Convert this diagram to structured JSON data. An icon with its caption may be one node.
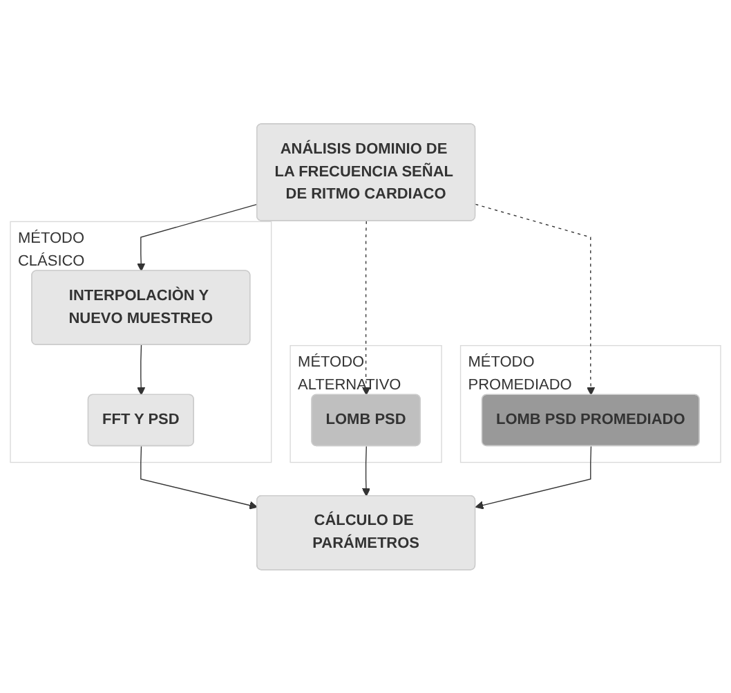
{
  "diagram": {
    "nodes": [
      {
        "text": [
          "ANÁLISIS DOMINIO DE LA FRECUENCIA SEÑAL DE RITMO CARDIACO"
        ]
      },
      {
        "text": [
          "MÉTODO CLÁSICO"
        ]
      },
      {
        "text": [
          "INTERPOLACIÒN Y NUEVO MUESTREO"
        ],
        "in": 1
      },
      {
        "text": [
          "FFT Y PSD"
        ],
        "in": 1
      },
      {
        "text": [
          "MÉTODO ALTERNATIVO"
        ]
      },
      {
        "text": [
          "LOMB PSD"
        ],
        "in": 4
      },
      {
        "text": [
          "MÉTODO PROMEDIADO"
        ]
      },
      {
        "text": [
          "LOMB PSD PROMEDIADO"
        ],
        "in": 6
      },
      {
        "text": [
          "CÁLCULO DE PARÁMETROS"
        ]
      }
    ],
    "edges": [
      {
        "from": 0,
        "to": 2,
        "arrow": "to"
      },
      {
        "from": 0,
        "to": 5,
        "arrow": "to",
        "style": "dashed"
      },
      {
        "from": 0,
        "to": 7,
        "arrow": "to",
        "style": "dashed"
      },
      {
        "from": 2,
        "to": 3,
        "arrow": "to"
      },
      {
        "from": 3,
        "to": 8,
        "arrow": "to"
      },
      {
        "from": 5,
        "to": 8,
        "arrow": "to"
      },
      {
        "from": 7,
        "to": 8,
        "arrow": "to"
      }
    ]
  }
}
